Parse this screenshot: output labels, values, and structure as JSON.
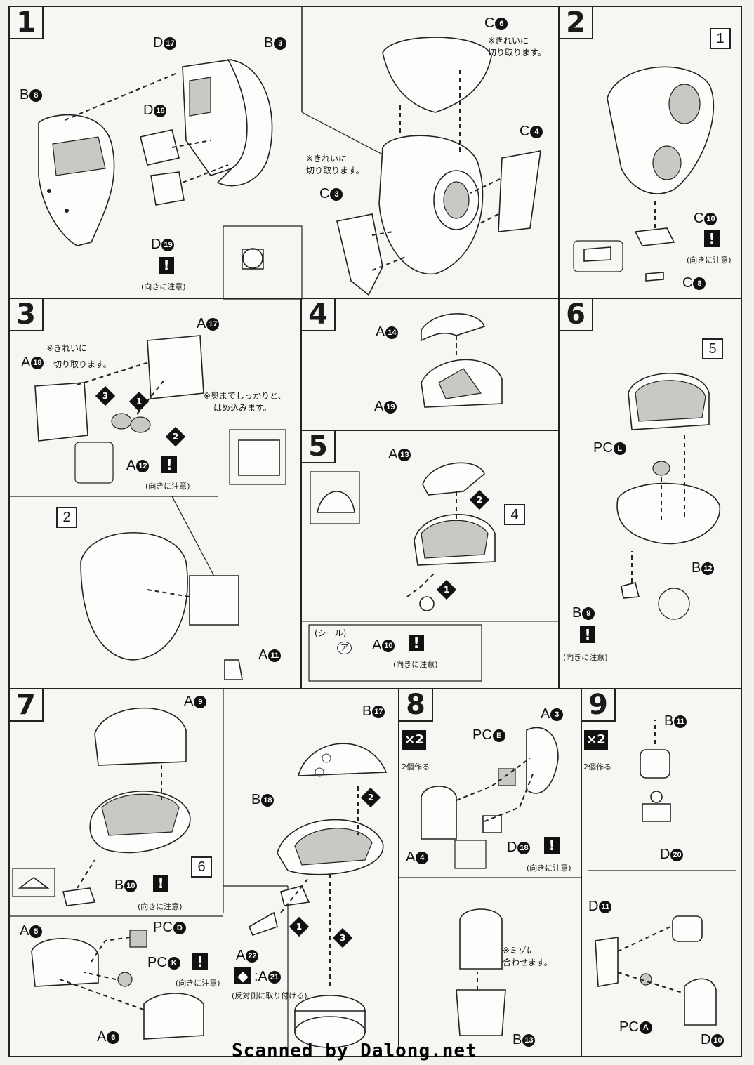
{
  "steps": {
    "s1": "1",
    "s2": "2",
    "s3": "3",
    "s4": "4",
    "s5": "5",
    "s6": "6",
    "s7": "7",
    "s8": "8",
    "s9": "9"
  },
  "parts": {
    "d17": "D",
    "b3": "B",
    "b8": "B",
    "d16": "D",
    "d19": "D",
    "c6": "C",
    "c4": "C",
    "c3": "C",
    "c10": "C",
    "c8": "C",
    "a17": "A",
    "a18": "A",
    "a12": "A",
    "a11": "A",
    "a14": "A",
    "a19": "A",
    "a13": "A",
    "a10": "A",
    "pcl": "PC",
    "b12": "B",
    "b9": "B",
    "a9": "A",
    "b10": "B",
    "a5": "A",
    "a6": "A",
    "pcd": "PC",
    "pck": "PC",
    "b17": "B",
    "b18": "B",
    "a22": "A",
    "a21": "A",
    "a3": "A",
    "pce": "PC",
    "a4": "A",
    "d18": "D",
    "b13": "B",
    "b11": "B",
    "d20": "D",
    "d11": "D",
    "pca": "PC",
    "d10": "D"
  },
  "part_numbers": {
    "d17": "17",
    "b3": "3",
    "b8": "8",
    "d16": "16",
    "d19": "19",
    "c6": "6",
    "c4": "4",
    "c3": "3",
    "c10": "10",
    "c8": "8",
    "a17": "17",
    "a18": "18",
    "a12": "12",
    "a11": "11",
    "a14": "14",
    "a19": "19",
    "a13": "13",
    "a10": "10",
    "pcl": "L",
    "b12": "12",
    "b9": "9",
    "a9": "9",
    "b10": "10",
    "a5": "5",
    "a6": "6",
    "pcd": "D",
    "pck": "K",
    "b17": "17",
    "b18": "18",
    "a22": "22",
    "a21": "21",
    "a3": "3",
    "pce": "E",
    "a4": "4",
    "d18": "18",
    "b13": "13",
    "b11": "11",
    "d20": "20",
    "d11": "11",
    "pca": "A",
    "d10": "10"
  },
  "notes": {
    "cut_clean_1": "※きれいに",
    "cut_clean_2": "切り取ります。",
    "cut_clean_c3_1": "※きれいに",
    "cut_clean_c3_2": "切り取ります。",
    "cut_clean_a18_1": "※きれいに",
    "cut_clean_a18_2": "切り取ります。",
    "press_in_1": "※奥までしっかりと、",
    "press_in_2": "はめ込みます。",
    "groove_1": "※ミゾに",
    "groove_2": "合わせます。",
    "orientation": "(向きに注意)",
    "warn_symbol": "!",
    "sticker": "(シール)",
    "sticker_code": "ア",
    "opposite_side": "(反対側に取り付ける)",
    "make_two": "2個作る",
    "x2": "×2"
  },
  "refs": {
    "r1": "1",
    "r2": "2",
    "r4": "4",
    "r5": "5",
    "r6": "6"
  },
  "arrows": {
    "n1": "1",
    "n2": "2",
    "n3": "3"
  },
  "watermark": "Scanned by Dalong.net"
}
